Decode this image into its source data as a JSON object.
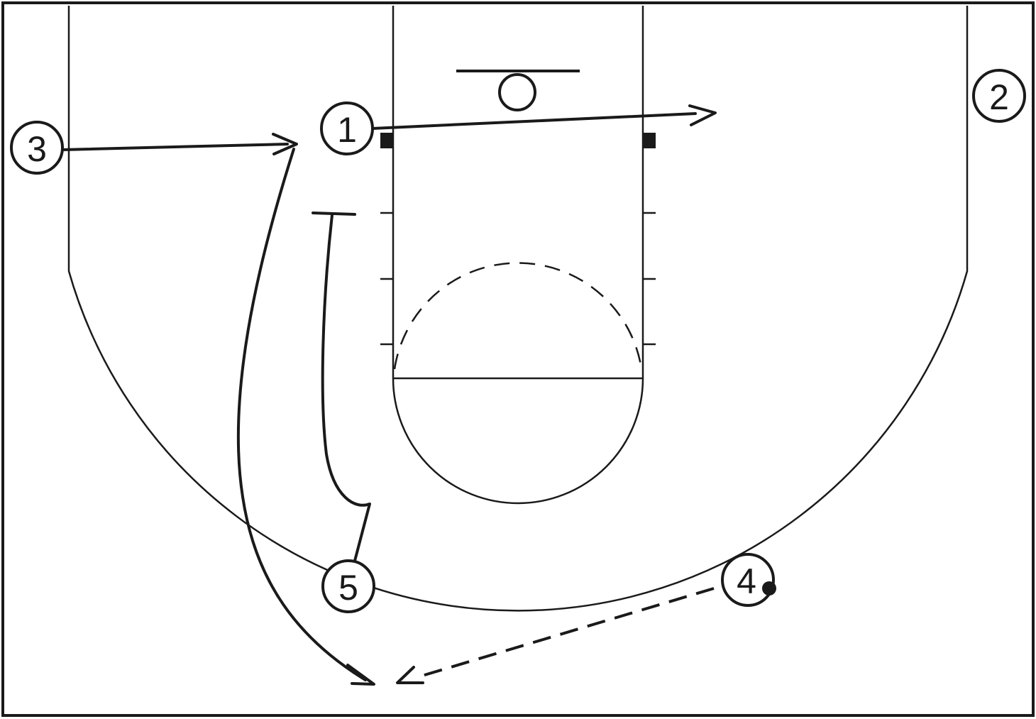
{
  "players": [
    {
      "label": "1"
    },
    {
      "label": "2"
    },
    {
      "label": "3"
    },
    {
      "label": "4"
    },
    {
      "label": "5"
    }
  ],
  "ball_holder": "4"
}
